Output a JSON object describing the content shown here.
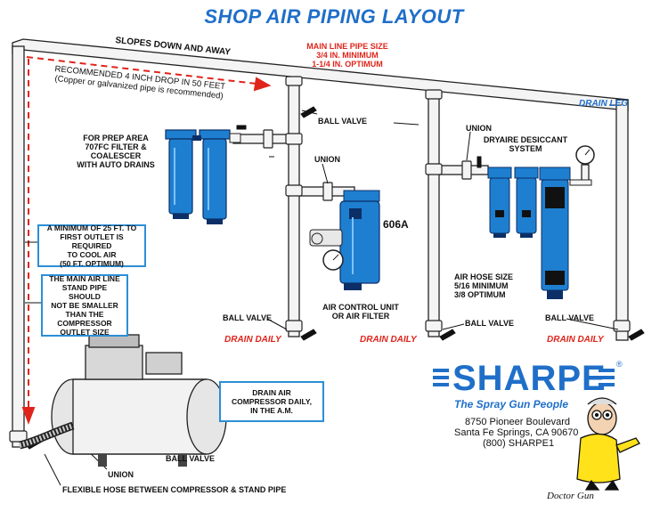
{
  "title": "SHOP AIR PIPING LAYOUT",
  "labels": {
    "slopes": "SLOPES DOWN AND AWAY",
    "recommended_1": "RECOMMENDED 4 INCH DROP IN 50 FEET",
    "recommended_2": "(Copper or galvanized pipe is recommended)",
    "main_line_1": "MAIN LINE PIPE SIZE",
    "main_line_2": "3/4 IN. MINIMUM",
    "main_line_3": "1-1/4 IN. OPTIMUM",
    "drain_leg": "DRAIN LEG",
    "ball_valve_top": "BALL VALVE",
    "union_top": "UNION",
    "dryaire_1": "DRYAIRE DESICCANT",
    "dryaire_2": "SYSTEM",
    "prep_1": "FOR PREP AREA",
    "prep_2": "707FC FILTER &",
    "prep_3": "COALESCER",
    "prep_4": "WITH AUTO DRAINS",
    "union_mid": "UNION",
    "model": "606A",
    "air_hose_1": "AIR HOSE SIZE",
    "air_hose_2": "5/16 MINIMUM",
    "air_hose_3": "3/8 OPTIMUM",
    "acu_1": "AIR CONTROL UNIT",
    "acu_2": "OR AIR FILTER",
    "ball_valve_left": "BALL VALVE",
    "ball_valve_mid": "BALL VALVE",
    "ball_valve_right": "BALL VALVE",
    "drain_daily_1": "DRAIN DAILY",
    "drain_daily_2": "DRAIN DAILY",
    "drain_daily_3": "DRAIN DAILY",
    "ball_valve_bottom": "BALL VALVE",
    "union_bottom": "UNION",
    "flex_hose": "FLEXIBLE HOSE BETWEEN COMPRESSOR & STAND PIPE"
  },
  "boxes": {
    "min_outlet_1": "A MINIMUM OF 25 FT. TO",
    "min_outlet_2": "FIRST OUTLET IS REQUIRED",
    "min_outlet_3": "TO COOL AIR",
    "min_outlet_4": "(50 FT. OPTIMUM)",
    "stand_pipe_1": "THE MAIN AIR LINE",
    "stand_pipe_2": "STAND PIPE SHOULD",
    "stand_pipe_3": "NOT BE SMALLER",
    "stand_pipe_4": "THAN THE",
    "stand_pipe_5": "COMPRESSOR",
    "stand_pipe_6": "OUTLET SIZE",
    "drain_comp_1": "DRAIN AIR",
    "drain_comp_2": "COMPRESSOR DAILY,",
    "drain_comp_3": "IN THE A.M."
  },
  "brand": {
    "name": "SHARPE",
    "registered": "®",
    "tagline": "The Spray Gun People",
    "address_1": "8750 Pioneer Boulevard",
    "address_2": "Santa Fe Springs, CA 90670",
    "phone": "(800) SHARPE1",
    "mascot": "Doctor Gun"
  },
  "colors": {
    "blue": "#1f6fc9",
    "red": "#e0241b",
    "box_border": "#2b8fd6",
    "equipment": "#1e7fd0",
    "pipe": "#f4f4f4"
  }
}
